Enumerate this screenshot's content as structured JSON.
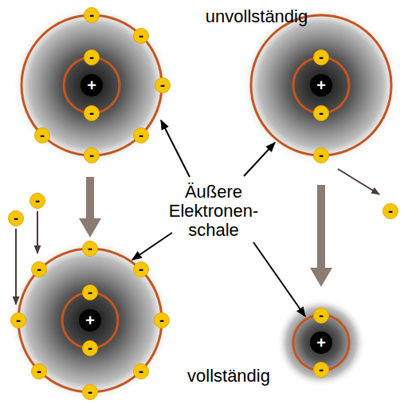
{
  "diagram": {
    "nodes": [
      {
        "text": [
          "+"
        ]
      },
      {
        "text": [
          "-"
        ]
      },
      {
        "text": [
          "-"
        ]
      },
      {
        "text": [
          "-"
        ]
      },
      {
        "text": [
          "-"
        ]
      },
      {
        "text": [
          "-"
        ]
      },
      {
        "text": [
          "-"
        ]
      },
      {
        "text": [
          "-"
        ]
      },
      {
        "text": [
          "-"
        ]
      },
      {
        "text": [
          "+"
        ]
      },
      {
        "text": [
          "-"
        ]
      },
      {
        "text": [
          "-"
        ]
      },
      {
        "text": [
          "-"
        ]
      },
      {
        "text": [
          "-"
        ]
      },
      {
        "text": [
          "-"
        ]
      },
      {
        "text": [
          "-"
        ]
      },
      {
        "text": [
          "+"
        ]
      },
      {
        "text": [
          "-"
        ]
      },
      {
        "text": [
          "-"
        ]
      },
      {
        "text": [
          "-"
        ]
      },
      {
        "text": [
          "-"
        ]
      },
      {
        "text": [
          "-"
        ]
      },
      {
        "text": [
          "-"
        ]
      },
      {
        "text": [
          "-"
        ]
      },
      {
        "text": [
          "-"
        ]
      },
      {
        "text": [
          "-"
        ]
      },
      {
        "text": [
          "-"
        ]
      },
      {
        "text": [
          "+"
        ]
      },
      {
        "text": [
          "-"
        ]
      },
      {
        "text": [
          "-"
        ]
      }
    ],
    "labels": [
      "unvollständig",
      "Äußere Elektronen- schale",
      "vollständig"
    ]
  }
}
